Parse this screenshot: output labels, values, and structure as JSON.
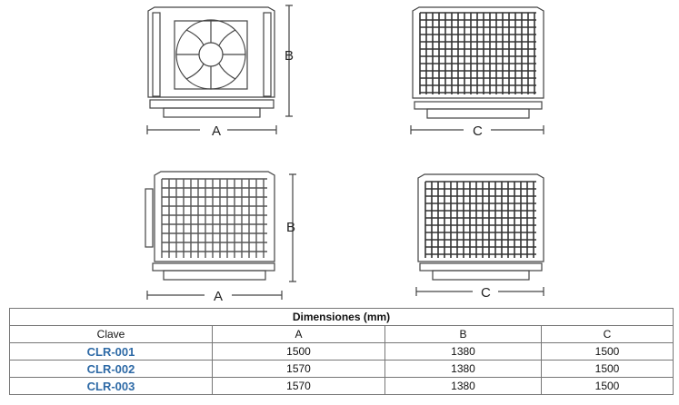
{
  "drawings": {
    "front_fan": {
      "labels": [
        "A",
        "B"
      ]
    },
    "side_grid_top": {
      "labels": [
        "C"
      ]
    },
    "front_grid": {
      "labels": [
        "A",
        "B"
      ]
    },
    "side_grid_bottom": {
      "labels": [
        "C"
      ]
    }
  },
  "table": {
    "title": "Dimensiones (mm)",
    "headers": [
      "Clave",
      "A",
      "B",
      "C"
    ],
    "rows": [
      {
        "clave": "CLR-001",
        "a": "1500",
        "b": "1380",
        "c": "1500"
      },
      {
        "clave": "CLR-002",
        "a": "1570",
        "b": "1380",
        "c": "1500"
      },
      {
        "clave": "CLR-003",
        "a": "1570",
        "b": "1380",
        "c": "1500"
      }
    ],
    "link_color": "#2e6aa6"
  }
}
